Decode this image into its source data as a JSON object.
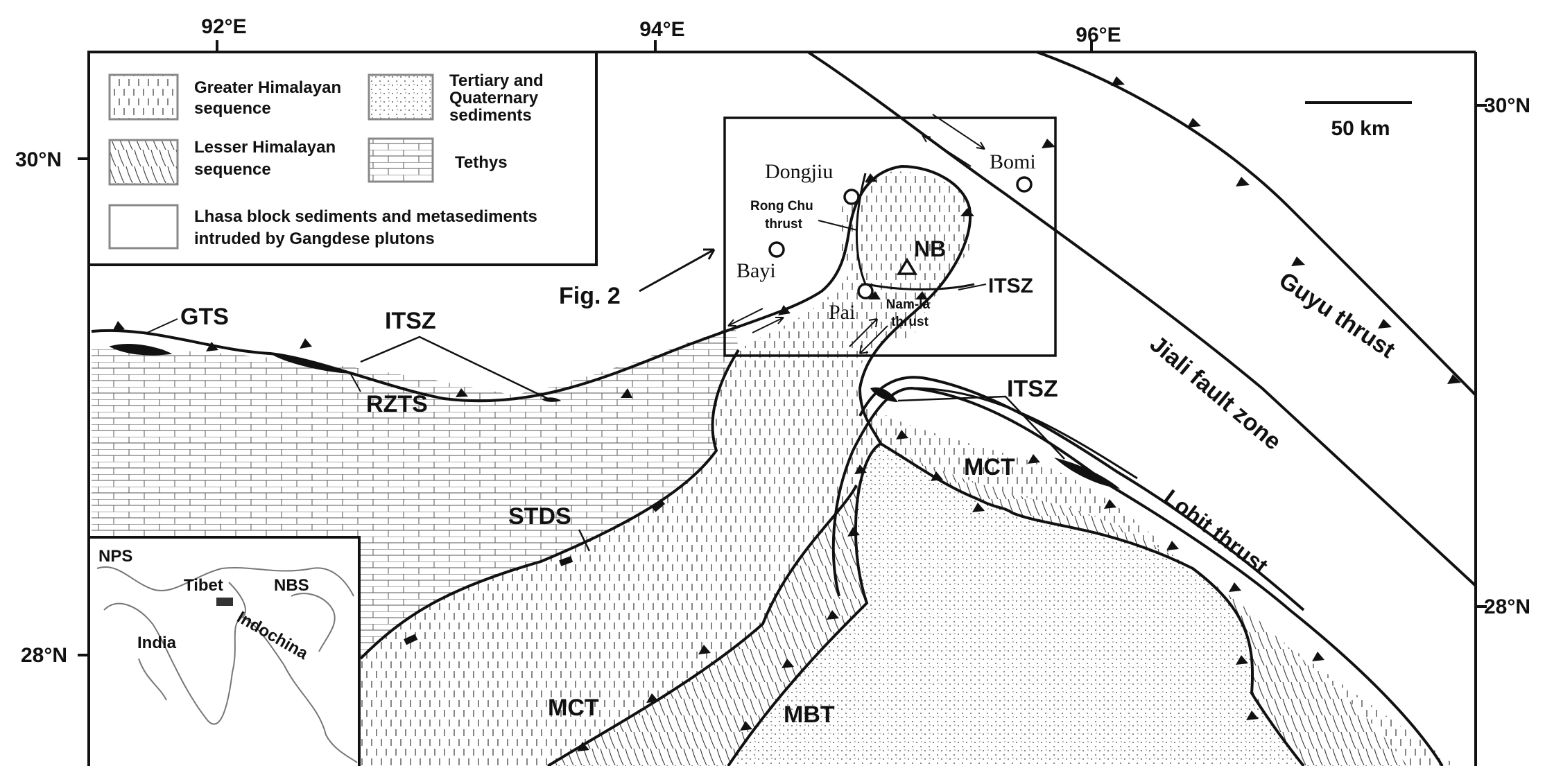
{
  "map": {
    "longitudes": [
      "92°E",
      "94°E",
      "96°E"
    ],
    "latitudes_left": [
      "30°N",
      "28°N"
    ],
    "latitudes_right": [
      "30°N",
      "28°N"
    ],
    "scale_bar": "50 km",
    "figure_reference": "Fig. 2",
    "colors": {
      "line": "#111111",
      "background": "#ffffff",
      "legend_border": "#888888"
    }
  },
  "legend": {
    "greater_himalayan": [
      "Greater Himalayan",
      "sequence"
    ],
    "tertiary": [
      "Tertiary and",
      "Quaternary",
      "sediments"
    ],
    "lesser_himalayan": [
      "Lesser Himalayan",
      "sequence"
    ],
    "tethys": "Tethys",
    "lhasa": [
      "Lhasa block sediments and metasediments",
      "intruded by Gangdese plutons"
    ]
  },
  "places": {
    "dongjiu": "Dongjiu",
    "bomi": "Bomi",
    "bayi": "Bayi",
    "pai": "Pai",
    "nb": "NB"
  },
  "structures": {
    "gts": "GTS",
    "itsz_west": "ITSZ",
    "rzts": "RZTS",
    "stds": "STDS",
    "itsz_box": "ITSZ",
    "itsz_east": "ITSZ",
    "mct_east": "MCT",
    "mct_south": "MCT",
    "mbt": "MBT",
    "rong_chu": [
      "Rong Chu",
      "thrust"
    ],
    "nam_la": [
      "Nam-la",
      "thrust"
    ],
    "guyu": "Guyu thrust",
    "jiali": "Jiali fault zone",
    "lohit": "Lohit thrust"
  },
  "inset": {
    "nps": "NPS",
    "tibet": "Tibet",
    "nbs": "NBS",
    "india": "India",
    "indochina": "Indochina"
  }
}
